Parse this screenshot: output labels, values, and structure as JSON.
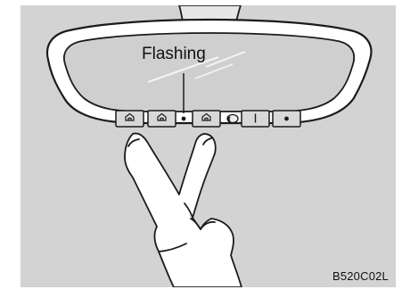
{
  "diagram": {
    "callout": "Flashing",
    "figure_code": "B520C02L",
    "indicator_state": "flashing",
    "button_icons": [
      "home-icon",
      "home-icon",
      "home-icon",
      "moon-icon",
      "power-icon",
      "dot-icon"
    ],
    "colors": {
      "background": "#d3d3d3",
      "mirror_glass": "#cfcfcf",
      "mirror_frame": "#ffffff",
      "outline": "#1b1b1b"
    }
  }
}
